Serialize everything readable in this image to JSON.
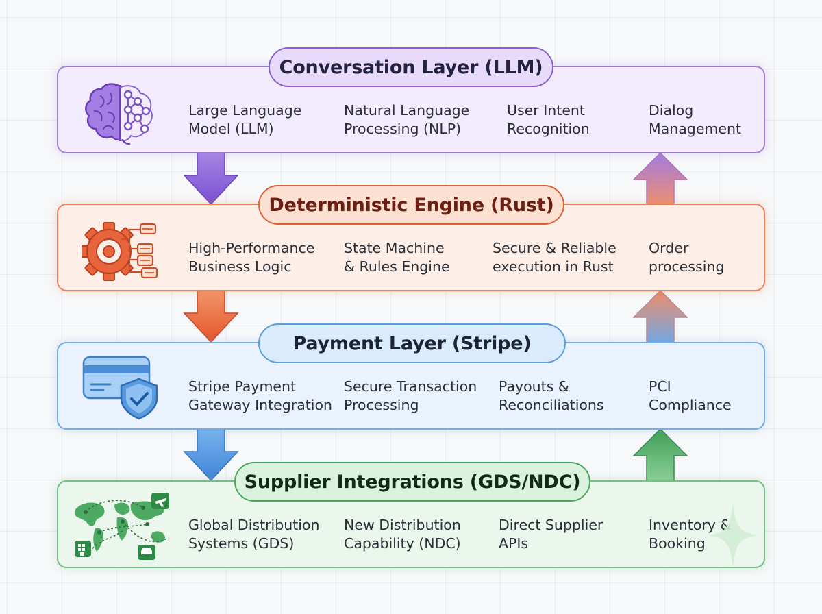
{
  "layers": [
    {
      "title": "Conversation Layer (LLM)",
      "icon": "brain-neural-network-icon",
      "accent": "#8d5ed0",
      "items": [
        {
          "line1": "Large Language",
          "line2": "Model (LLM)"
        },
        {
          "line1": "Natural Language",
          "line2": "Processing (NLP)"
        },
        {
          "line1": "User Intent",
          "line2": "Recognition"
        },
        {
          "line1": "Dialog",
          "line2": "Management"
        }
      ]
    },
    {
      "title": "Deterministic Engine (Rust)",
      "icon": "gear-flowchart-icon",
      "accent": "#dd6238",
      "items": [
        {
          "line1": "High-Performance",
          "line2": "Business Logic"
        },
        {
          "line1": "State Machine",
          "line2": "& Rules Engine"
        },
        {
          "line1": "Secure & Reliable",
          "line2": "execution in Rust"
        },
        {
          "line1": "Order",
          "line2": "processing"
        }
      ]
    },
    {
      "title": "Payment Layer (Stripe)",
      "icon": "credit-card-shield-icon",
      "accent": "#5b9ddd",
      "items": [
        {
          "line1": "Stripe Payment",
          "line2": "Gateway Integration"
        },
        {
          "line1": "Secure Transaction",
          "line2": "Processing"
        },
        {
          "line1": "Payouts &",
          "line2": "Reconciliations"
        },
        {
          "line1": "PCI",
          "line2": "Compliance"
        }
      ]
    },
    {
      "title": "Supplier Integrations (GDS/NDC)",
      "icon": "world-map-travel-icon",
      "accent": "#4aa85e",
      "items": [
        {
          "line1": "Global Distribution",
          "line2": "Systems (GDS)"
        },
        {
          "line1": "New Distribution",
          "line2": "Capability (NDC)"
        },
        {
          "line1": "Direct Supplier",
          "line2": "APIs"
        },
        {
          "line1": "Inventory &",
          "line2": "Booking"
        }
      ]
    }
  ],
  "arrows": {
    "down": [
      {
        "from": "Conversation Layer (LLM)",
        "to": "Deterministic Engine (Rust)"
      },
      {
        "from": "Deterministic Engine (Rust)",
        "to": "Payment Layer (Stripe)"
      },
      {
        "from": "Payment Layer (Stripe)",
        "to": "Supplier Integrations (GDS/NDC)"
      }
    ],
    "up": [
      {
        "from": "Deterministic Engine (Rust)",
        "to": "Conversation Layer (LLM)"
      },
      {
        "from": "Payment Layer (Stripe)",
        "to": "Deterministic Engine (Rust)"
      },
      {
        "from": "Supplier Integrations (GDS/NDC)",
        "to": "Payment Layer (Stripe)"
      }
    ]
  }
}
